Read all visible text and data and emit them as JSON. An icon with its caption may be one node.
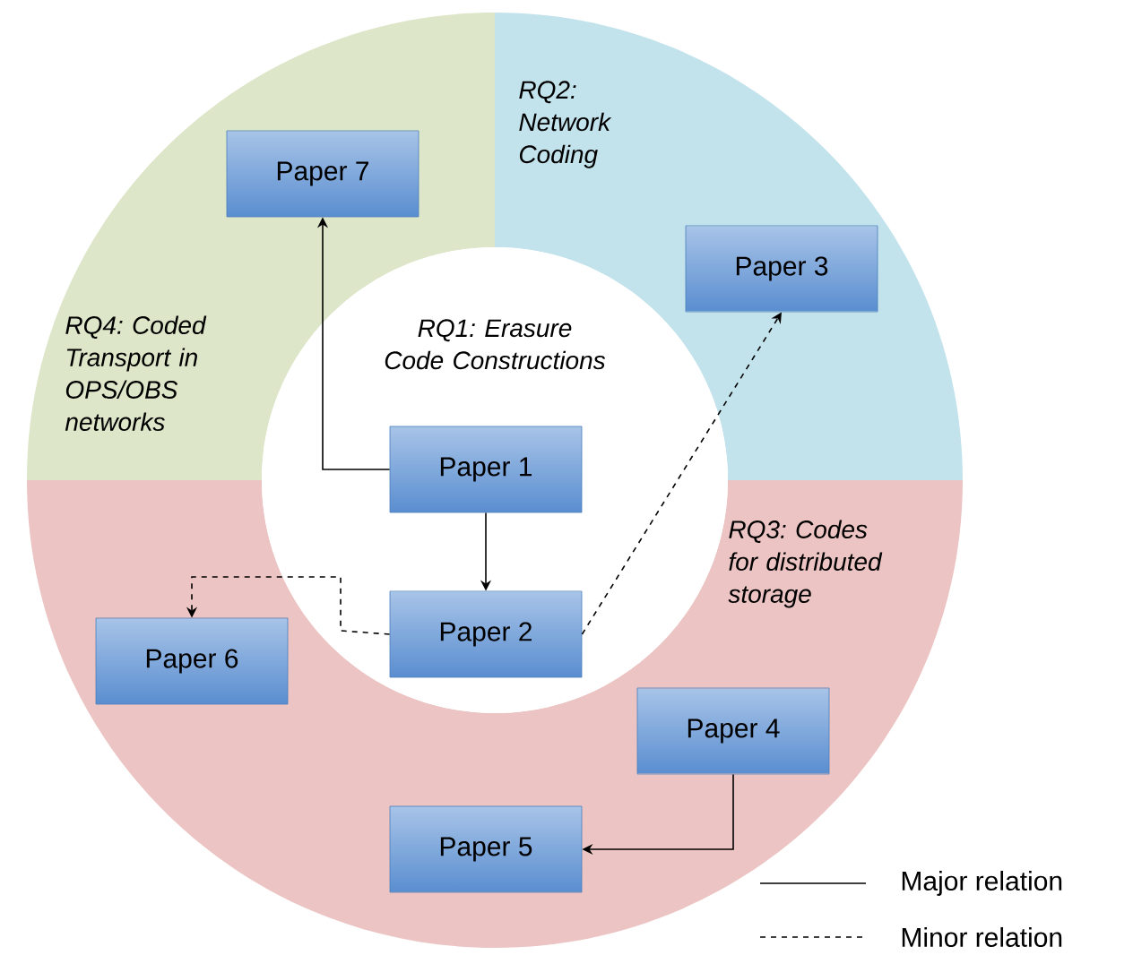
{
  "diagram": {
    "nodes": [
      {
        "text": [
          "RQ2: Network Coding"
        ]
      },
      {
        "text": [
          "RQ4: Coded Transport in OPS/OBS networks"
        ]
      },
      {
        "text": [
          "RQ1: Erasure Code Constructions"
        ]
      },
      {
        "text": [
          "RQ3: Codes for distributed storage"
        ]
      },
      {
        "text": [
          "Paper 7"
        ],
        "in": 1
      },
      {
        "text": [
          "Paper 3"
        ],
        "in": 0
      },
      {
        "text": [
          "Paper 1"
        ],
        "in": 2
      },
      {
        "text": [
          "Paper 2"
        ],
        "in": 2
      },
      {
        "text": [
          "Paper 6"
        ],
        "in": 3
      },
      {
        "text": [
          "Paper 4"
        ],
        "in": 3
      },
      {
        "text": [
          "Paper 5"
        ],
        "in": 3
      }
    ],
    "edges": [
      {
        "from": 6,
        "to": 4,
        "arrow": "to"
      },
      {
        "from": 6,
        "to": 7,
        "arrow": "to"
      },
      {
        "from": 7,
        "to": 5,
        "arrow": "to",
        "style": "dashed"
      },
      {
        "from": 7,
        "to": 8,
        "arrow": "to",
        "style": "dashed"
      },
      {
        "from": 9,
        "to": 10,
        "arrow": "to"
      }
    ],
    "legend": [
      {
        "text": "Major relation"
      },
      {
        "text": "Minor relation"
      }
    ]
  }
}
